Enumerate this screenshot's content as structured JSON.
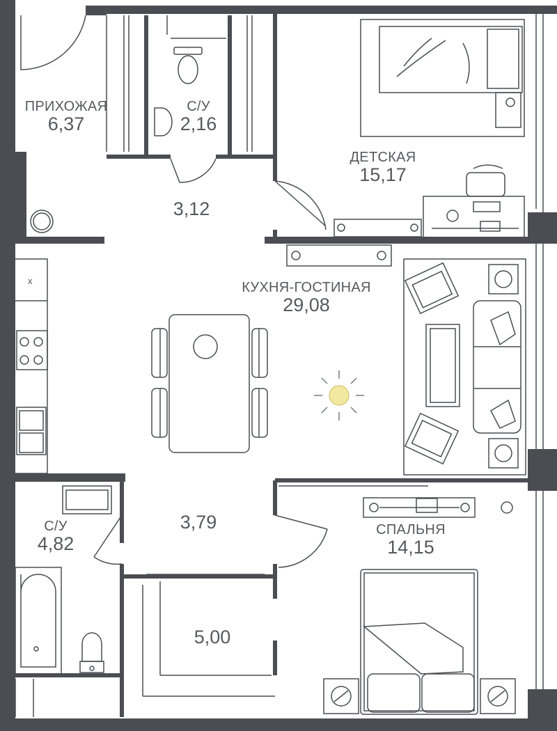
{
  "rooms": {
    "hallway": {
      "name": "ПРИХОЖАЯ",
      "area": "6,37"
    },
    "wc_small": {
      "name": "С/У",
      "area": "2,16"
    },
    "kids": {
      "name": "ДЕТСКАЯ",
      "area": "15,17"
    },
    "corridor_top": {
      "area": "3,12"
    },
    "living": {
      "name": "КУХНЯ-ГОСТИНАЯ",
      "area": "29,08"
    },
    "bath": {
      "name": "С/У",
      "area": "4,82"
    },
    "corridor_bottom": {
      "area": "3,79"
    },
    "bedroom": {
      "name": "СПАЛЬНЯ",
      "area": "14,15"
    },
    "closet": {
      "area": "5,00"
    }
  },
  "kitchen": {
    "hood_mark": "x"
  },
  "colors": {
    "wall": "#4a4d52",
    "line": "#4a4d52",
    "light": "#f3e8a0"
  }
}
